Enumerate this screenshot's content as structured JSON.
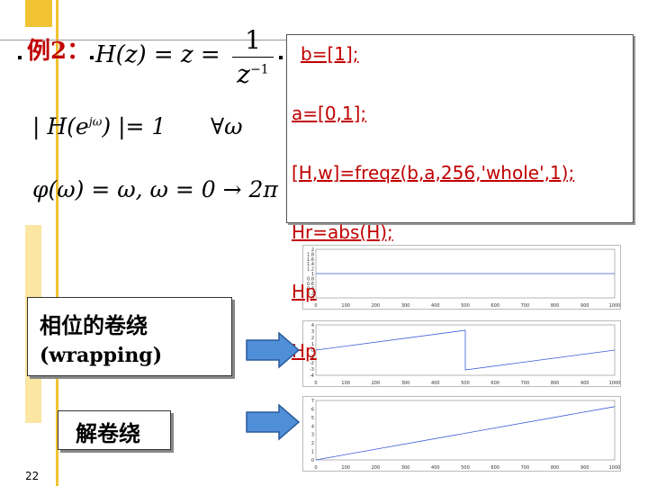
{
  "slide": {
    "title": "例2：",
    "page_number": "22"
  },
  "equations": {
    "hz_lhs": "H(z) = z =",
    "frac_num": "1",
    "frac_den": "z",
    "frac_den_exp": "−1",
    "mag": "| H(e",
    "mag_exp": "jω",
    "mag_rhs": ") |= 1",
    "forall": "∀ω",
    "phase": "φ(ω) = ω,     ω = 0 → 2π"
  },
  "code": {
    "lines": [
      "b=[1];",
      "a=[0,1];",
      "[H,w]=freqz(b,a,256,'whole',1);",
      "Hr=abs(H);",
      "Hp",
      "Hp"
    ]
  },
  "labels": {
    "wrapping_cn": "相位的卷绕",
    "wrapping_en": "(wrapping)",
    "unwrap_cn": "解卷绕"
  },
  "chart_data": [
    {
      "type": "line",
      "title": "",
      "x": [
        0,
        1000
      ],
      "values": [
        1,
        1
      ],
      "xlim": [
        0,
        1000
      ],
      "ylim": [
        0,
        2
      ],
      "xticks": [
        "0",
        "100",
        "200",
        "300",
        "400",
        "500",
        "600",
        "700",
        "800",
        "900",
        "1000"
      ],
      "yticks": [
        "0",
        "0.2",
        "0.4",
        "0.6",
        "0.8",
        "1",
        "1.2",
        "1.4",
        "1.6",
        "1.8",
        "2"
      ]
    },
    {
      "type": "line",
      "title": "",
      "x": [
        0,
        500,
        500,
        1000
      ],
      "values": [
        0,
        3.14,
        -3.14,
        0
      ],
      "xlim": [
        0,
        1000
      ],
      "ylim": [
        -4,
        4
      ],
      "xticks": [
        "0",
        "100",
        "200",
        "300",
        "400",
        "500",
        "600",
        "700",
        "800",
        "900",
        "1000"
      ],
      "yticks": [
        "-4",
        "-3",
        "-2",
        "-1",
        "0",
        "1",
        "2",
        "3",
        "4"
      ]
    },
    {
      "type": "line",
      "title": "",
      "x": [
        0,
        1000
      ],
      "values": [
        0,
        6.28
      ],
      "xlim": [
        0,
        1000
      ],
      "ylim": [
        0,
        7
      ],
      "xticks": [
        "0",
        "100",
        "200",
        "300",
        "400",
        "500",
        "600",
        "700",
        "800",
        "900",
        "1000"
      ],
      "yticks": [
        "0",
        "1",
        "2",
        "3",
        "4",
        "5",
        "6",
        "7"
      ]
    }
  ]
}
